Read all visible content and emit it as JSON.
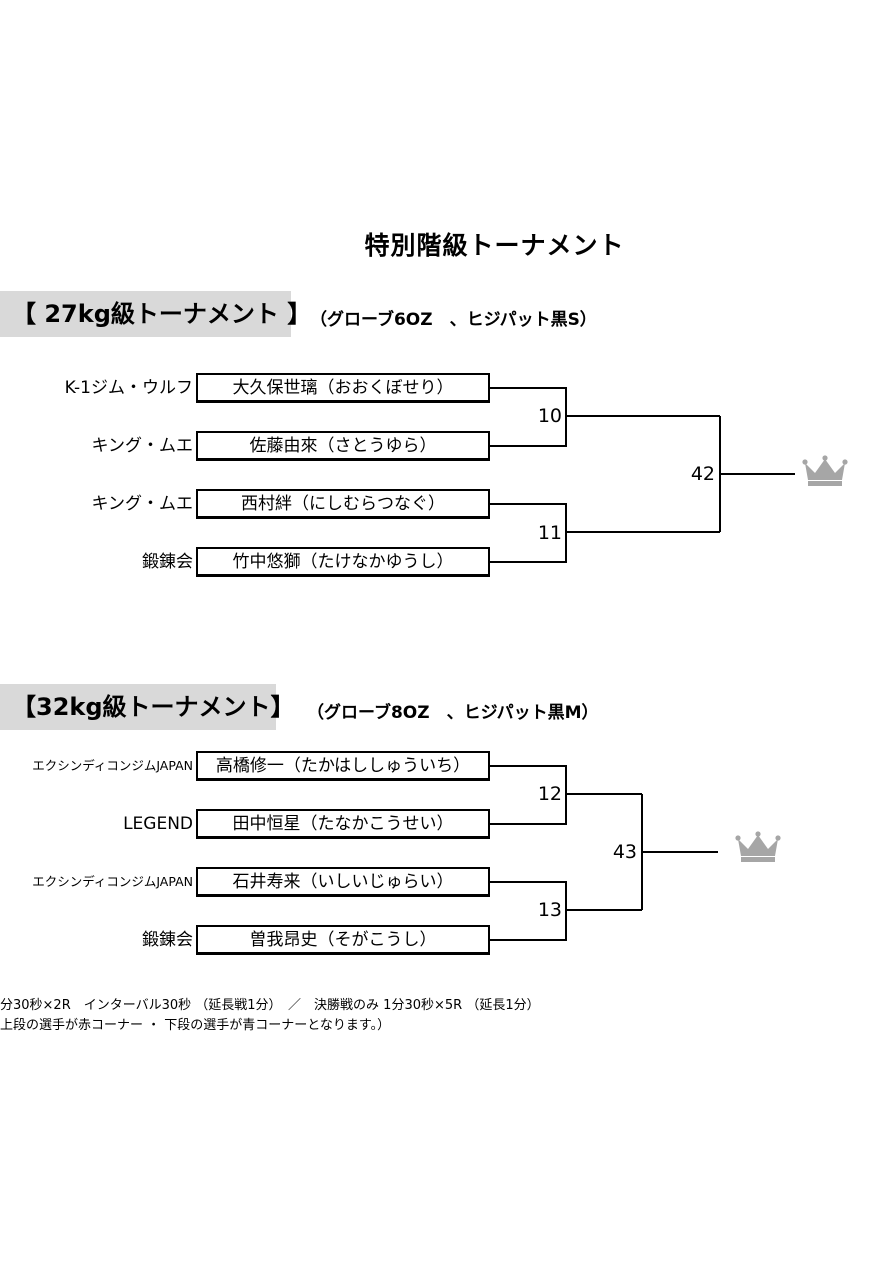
{
  "title": "特別階級トーナメント",
  "tournaments": [
    {
      "header": "【 27kg級トーナメント 】",
      "spec": "（グローブ6OZ　、ヒジパット黒S）",
      "entries": [
        {
          "club": "K-1ジム・ウルフ",
          "name": "大久保世璃（おおくぼせり）"
        },
        {
          "club": "キング・ムエ",
          "name": "佐藤由來（さとうゆら）"
        },
        {
          "club": "キング・ムエ",
          "name": "西村絆（にしむらつなぐ）"
        },
        {
          "club": "鍛錬会",
          "name": "竹中悠獅（たけなかゆうし）"
        }
      ],
      "matches": {
        "semi1": "10",
        "semi2": "11",
        "final": "42"
      }
    },
    {
      "header": "【32kg級トーナメント】",
      "spec": "（グローブ8OZ　、ヒジパット黒M）",
      "entries": [
        {
          "club": "エクシンディコンジムJAPAN",
          "name": "高橋修一（たかはししゅういち）"
        },
        {
          "club": "LEGEND",
          "name": "田中恒星（たなかこうせい）"
        },
        {
          "club": "エクシンディコンジムJAPAN",
          "name": "石井寿来（いしいじゅらい）"
        },
        {
          "club": "鍛錬会",
          "name": "曽我昂史（そがこうし）"
        }
      ],
      "matches": {
        "semi1": "12",
        "semi2": "13",
        "final": "43"
      }
    }
  ],
  "notes": [
    "分30秒×2R　インターバル30秒 （延長戦1分）　／　決勝戦のみ 1分30秒×5R （延長1分）",
    "上段の選手が赤コーナー ・ 下段の選手が青コーナーとなります。）"
  ],
  "icons": {
    "winner": "crown-icon"
  },
  "colors": {
    "header_bg": "#d9d9d9",
    "crown": "#a6a6a6"
  }
}
